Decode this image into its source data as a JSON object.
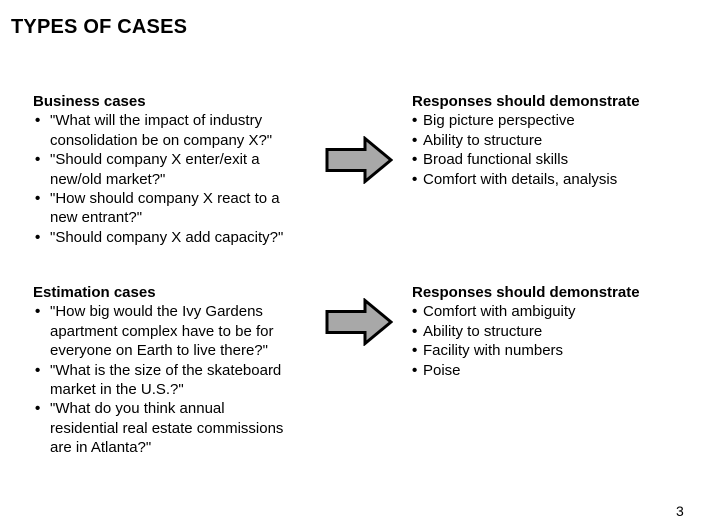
{
  "slide": {
    "title": "TYPES OF CASES",
    "page_number": "3"
  },
  "glyphs": {
    "bullet": "•"
  },
  "colors": {
    "background": "#ffffff",
    "text": "#000000",
    "arrow_fill": "#a8a8a8",
    "arrow_outline": "#000000"
  },
  "rows": [
    {
      "left": {
        "heading": "Business cases",
        "bullets": [
          "\"What will the impact of industry consolidation be on company X?\"",
          "\"Should company X enter/exit a new/old market?\"",
          "\"How should company X react to a new entrant?\"",
          "\"Should company X add capacity?\""
        ]
      },
      "right": {
        "heading": "Responses should demonstrate",
        "bullets": [
          "Big picture perspective",
          "Ability to structure",
          "Broad functional skills",
          "Comfort with details, analysis"
        ]
      }
    },
    {
      "left": {
        "heading": "Estimation cases",
        "bullets": [
          "\"How big would the Ivy Gardens apartment complex have to be for everyone on Earth to live there?\"",
          "\"What is the size of the skateboard market in the U.S.?\"",
          "\"What do you think annual residential real estate commissions are in Atlanta?\""
        ]
      },
      "right": {
        "heading": "Responses should demonstrate",
        "bullets": [
          "Comfort with ambiguity",
          "Ability to structure",
          "Facility with numbers",
          "Poise"
        ]
      }
    }
  ]
}
